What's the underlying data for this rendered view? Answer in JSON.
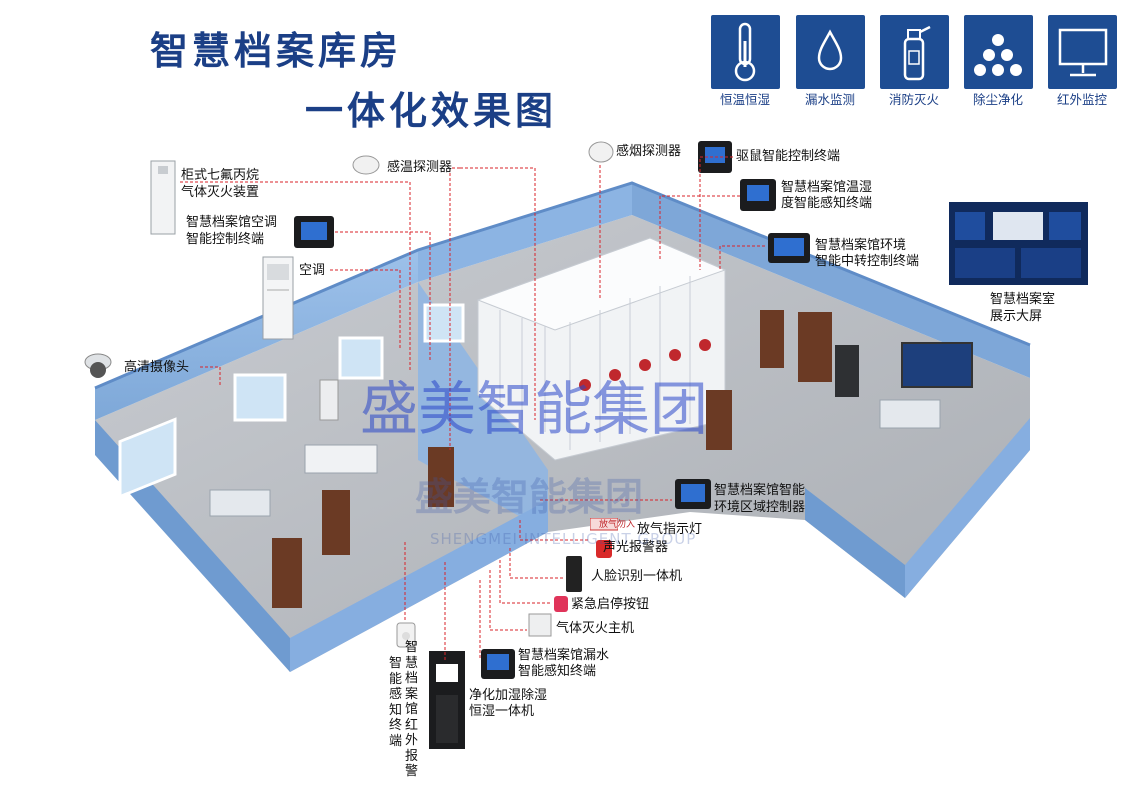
{
  "title": {
    "line1": "智慧档案库房",
    "line2": "一体化效果图"
  },
  "features": [
    {
      "label": "恒温恒湿",
      "icon": "thermometer-icon"
    },
    {
      "label": "漏水监测",
      "icon": "water-drop-icon"
    },
    {
      "label": "消防灭火",
      "icon": "fire-extinguisher-icon"
    },
    {
      "label": "除尘净化",
      "icon": "dust-particles-icon"
    },
    {
      "label": "红外监控",
      "icon": "monitor-icon"
    }
  ],
  "labels": {
    "gas_cabinet": [
      "柜式七氟丙烷",
      "气体灭火装置"
    ],
    "ac_terminal": [
      "智慧档案馆空调",
      "智能控制终端"
    ],
    "air_conditioner": "空调",
    "hd_camera": "高清摄像头",
    "temp_detector": "感温探测器",
    "smoke_detector": "感烟探测器",
    "rodent_terminal": "驱鼠智能控制终端",
    "th_terminal": [
      "智慧档案馆温湿",
      "度智能感知终端"
    ],
    "env_terminal": [
      "智慧档案馆环境",
      "智能中转控制终端"
    ],
    "display_screen": [
      "智慧档案室",
      "展示大屏"
    ],
    "zone_controller": [
      "智慧档案馆智能",
      "环境区域控制器"
    ],
    "release_light": "放气指示灯",
    "release_sign": "放气勿入",
    "alarm": "声光报警器",
    "face_id": "人脸识别一体机",
    "emergency_button": "紧急启停按钮",
    "gas_host": "气体灭火主机",
    "leak_terminal": [
      "智慧档案馆漏水",
      "智能感知终端"
    ],
    "purifier": [
      "净化加湿除湿",
      "恒湿一体机"
    ],
    "ir_alarm": "智能感知终端",
    "ir_alarm_prefix": "智慧档案馆红外报警"
  },
  "watermark": {
    "main": "盛美智能集团",
    "sub_cn": "盛美智能集团",
    "sub_en": "SHENGMEI INTELLIGENT GROUP"
  },
  "colors": {
    "brand": "#1e4d93",
    "title": "#1b3f86",
    "wall": "#8fb6e4",
    "floor": "#b9bcc1",
    "lead_line": "#d9232a"
  }
}
